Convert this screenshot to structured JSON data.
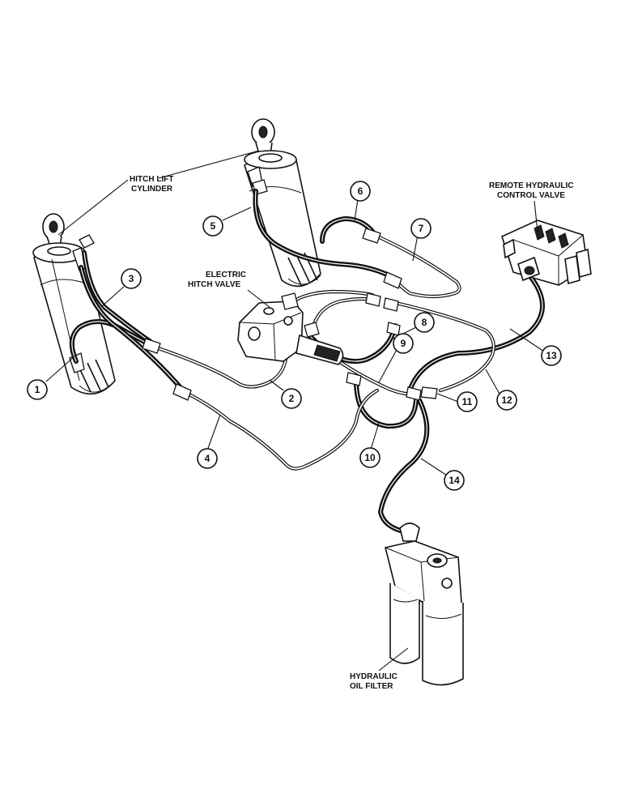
{
  "labels": {
    "hitch_lift_cylinder": [
      "HITCH LIFT",
      "CYLINDER"
    ],
    "electric_hitch_valve": [
      "ELECTRIC",
      "HITCH VALVE"
    ],
    "remote_hydraulic_control_valve": [
      "REMOTE HYDRAULIC",
      "CONTROL VALVE"
    ],
    "hydraulic_oil_filter": [
      "HYDRAULIC",
      "OIL FILTER"
    ]
  },
  "callouts": [
    "1",
    "2",
    "3",
    "4",
    "5",
    "6",
    "7",
    "8",
    "9",
    "10",
    "11",
    "12",
    "13",
    "14"
  ]
}
